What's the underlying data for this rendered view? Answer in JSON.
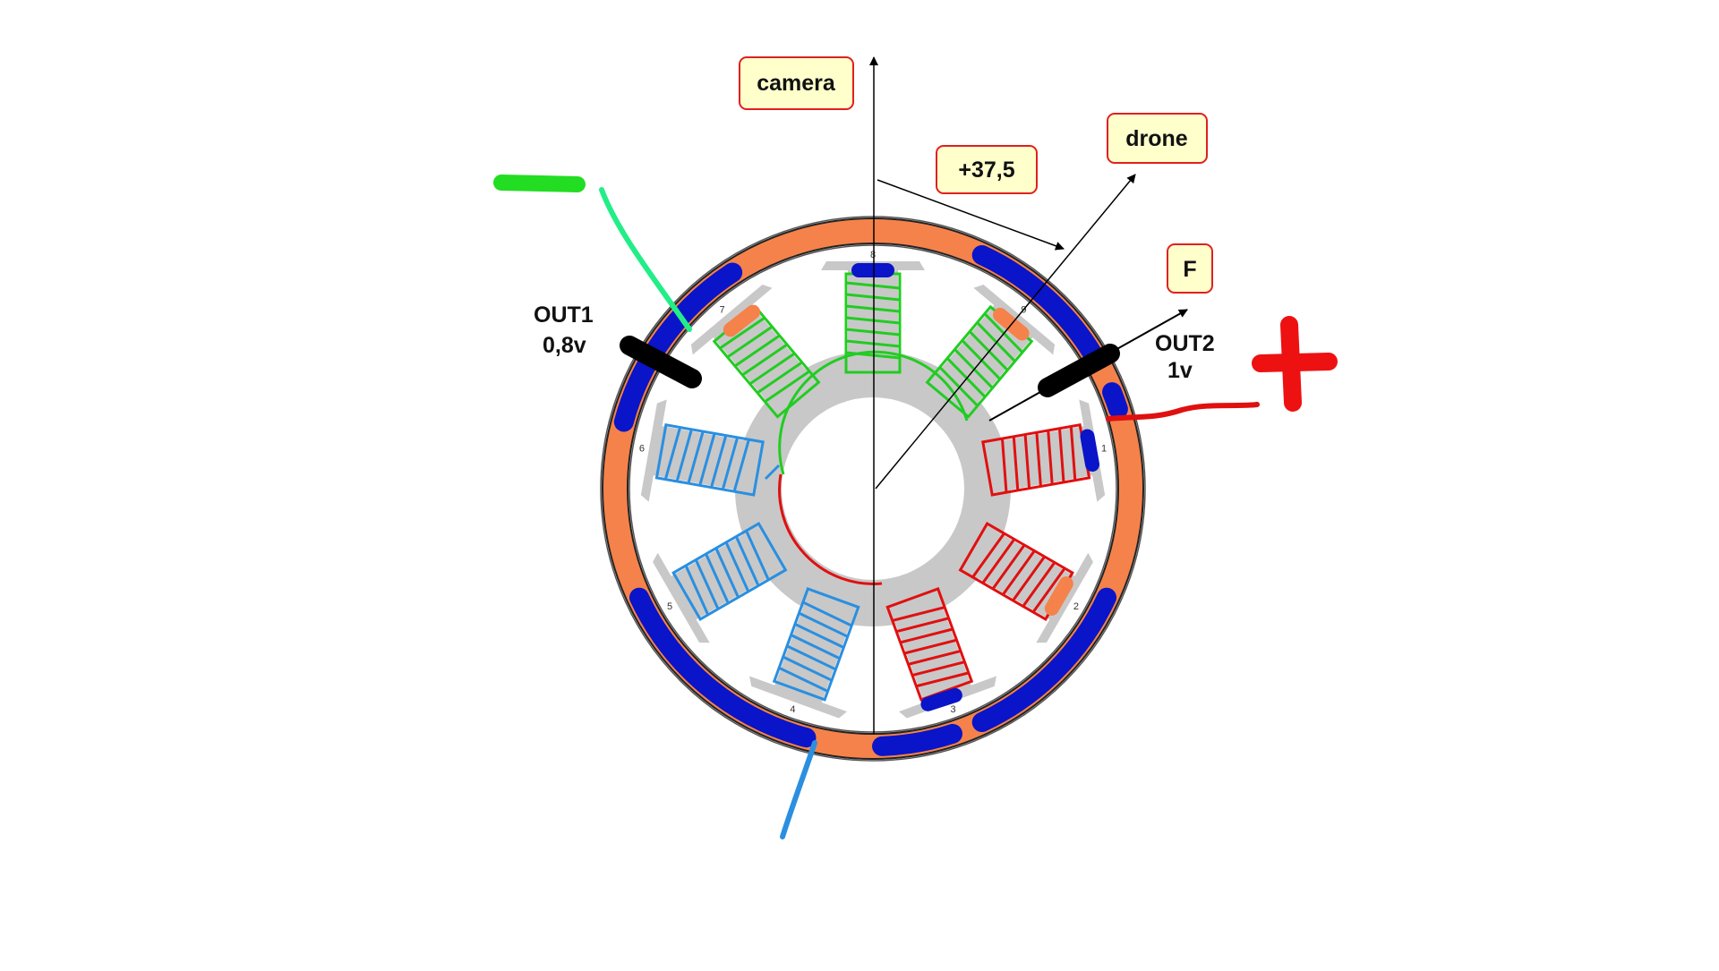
{
  "labels": {
    "camera": "camera",
    "drone": "drone",
    "angle": "+37,5",
    "force": "F",
    "out1_name": "OUT1",
    "out1_value": "0,8v",
    "out2_name": "OUT2",
    "out2_value": "1v",
    "minus_sign": "—",
    "plus_sign": "+"
  },
  "slots": [
    "1",
    "2",
    "3",
    "4",
    "5",
    "6",
    "7",
    "8",
    "9"
  ],
  "colors": {
    "label_box_fill": "#ffffcc",
    "label_box_border": "#e02020",
    "ring_orange": "#f5824a",
    "ring_blue": "#0a14c8",
    "stator_gray": "#c8c8c8",
    "phase_green": "#22cc22",
    "phase_blue": "#2a8fe0",
    "phase_red": "#e01010",
    "wire_green": "#22ee88",
    "minus_green": "#22dd22",
    "plus_red": "#ee1111",
    "brush_black": "#000000"
  },
  "icons": {
    "brush": "black-brush-contact",
    "arrow": "vector-arrow"
  }
}
